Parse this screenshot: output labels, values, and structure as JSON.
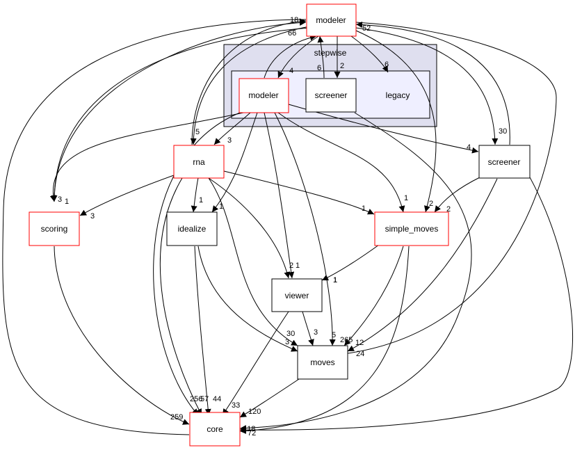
{
  "diagram": {
    "cluster_outer": {
      "label": "stepwise",
      "fill": "#dfdfef",
      "stroke": "#000000"
    },
    "cluster_inner": {
      "fill": "#efefff",
      "stroke": "#000000"
    },
    "nodes": [
      {
        "id": "modeler_top",
        "label": "modeler",
        "border": "#ff0000"
      },
      {
        "id": "modeler_inner",
        "label": "modeler",
        "border": "#ff0000"
      },
      {
        "id": "screener_inner",
        "label": "screener",
        "border": "#000000"
      },
      {
        "id": "legacy",
        "label": "legacy",
        "border": "none"
      },
      {
        "id": "rna",
        "label": "rna",
        "border": "#ff0000"
      },
      {
        "id": "scoring",
        "label": "scoring",
        "border": "#ff0000"
      },
      {
        "id": "idealize",
        "label": "idealize",
        "border": "#000000"
      },
      {
        "id": "screener_right",
        "label": "screener",
        "border": "#000000"
      },
      {
        "id": "simple_moves",
        "label": "simple_moves",
        "border": "#ff0000"
      },
      {
        "id": "viewer",
        "label": "viewer",
        "border": "#000000"
      },
      {
        "id": "moves",
        "label": "moves",
        "border": "#000000"
      },
      {
        "id": "core",
        "label": "core",
        "border": "#ff0000"
      }
    ],
    "edge_labels": [
      "18",
      "66",
      "52",
      "6",
      "4",
      "2",
      "6",
      "5",
      "3",
      "30",
      "4",
      "3",
      "1",
      "3",
      "1",
      "1",
      "1",
      "1",
      "2",
      "2",
      "1",
      "2",
      "1",
      "1",
      "30",
      "3",
      "3",
      "5",
      "265",
      "12",
      "24",
      "259",
      "256",
      "57",
      "44",
      "33",
      "120",
      "118",
      "72"
    ]
  }
}
